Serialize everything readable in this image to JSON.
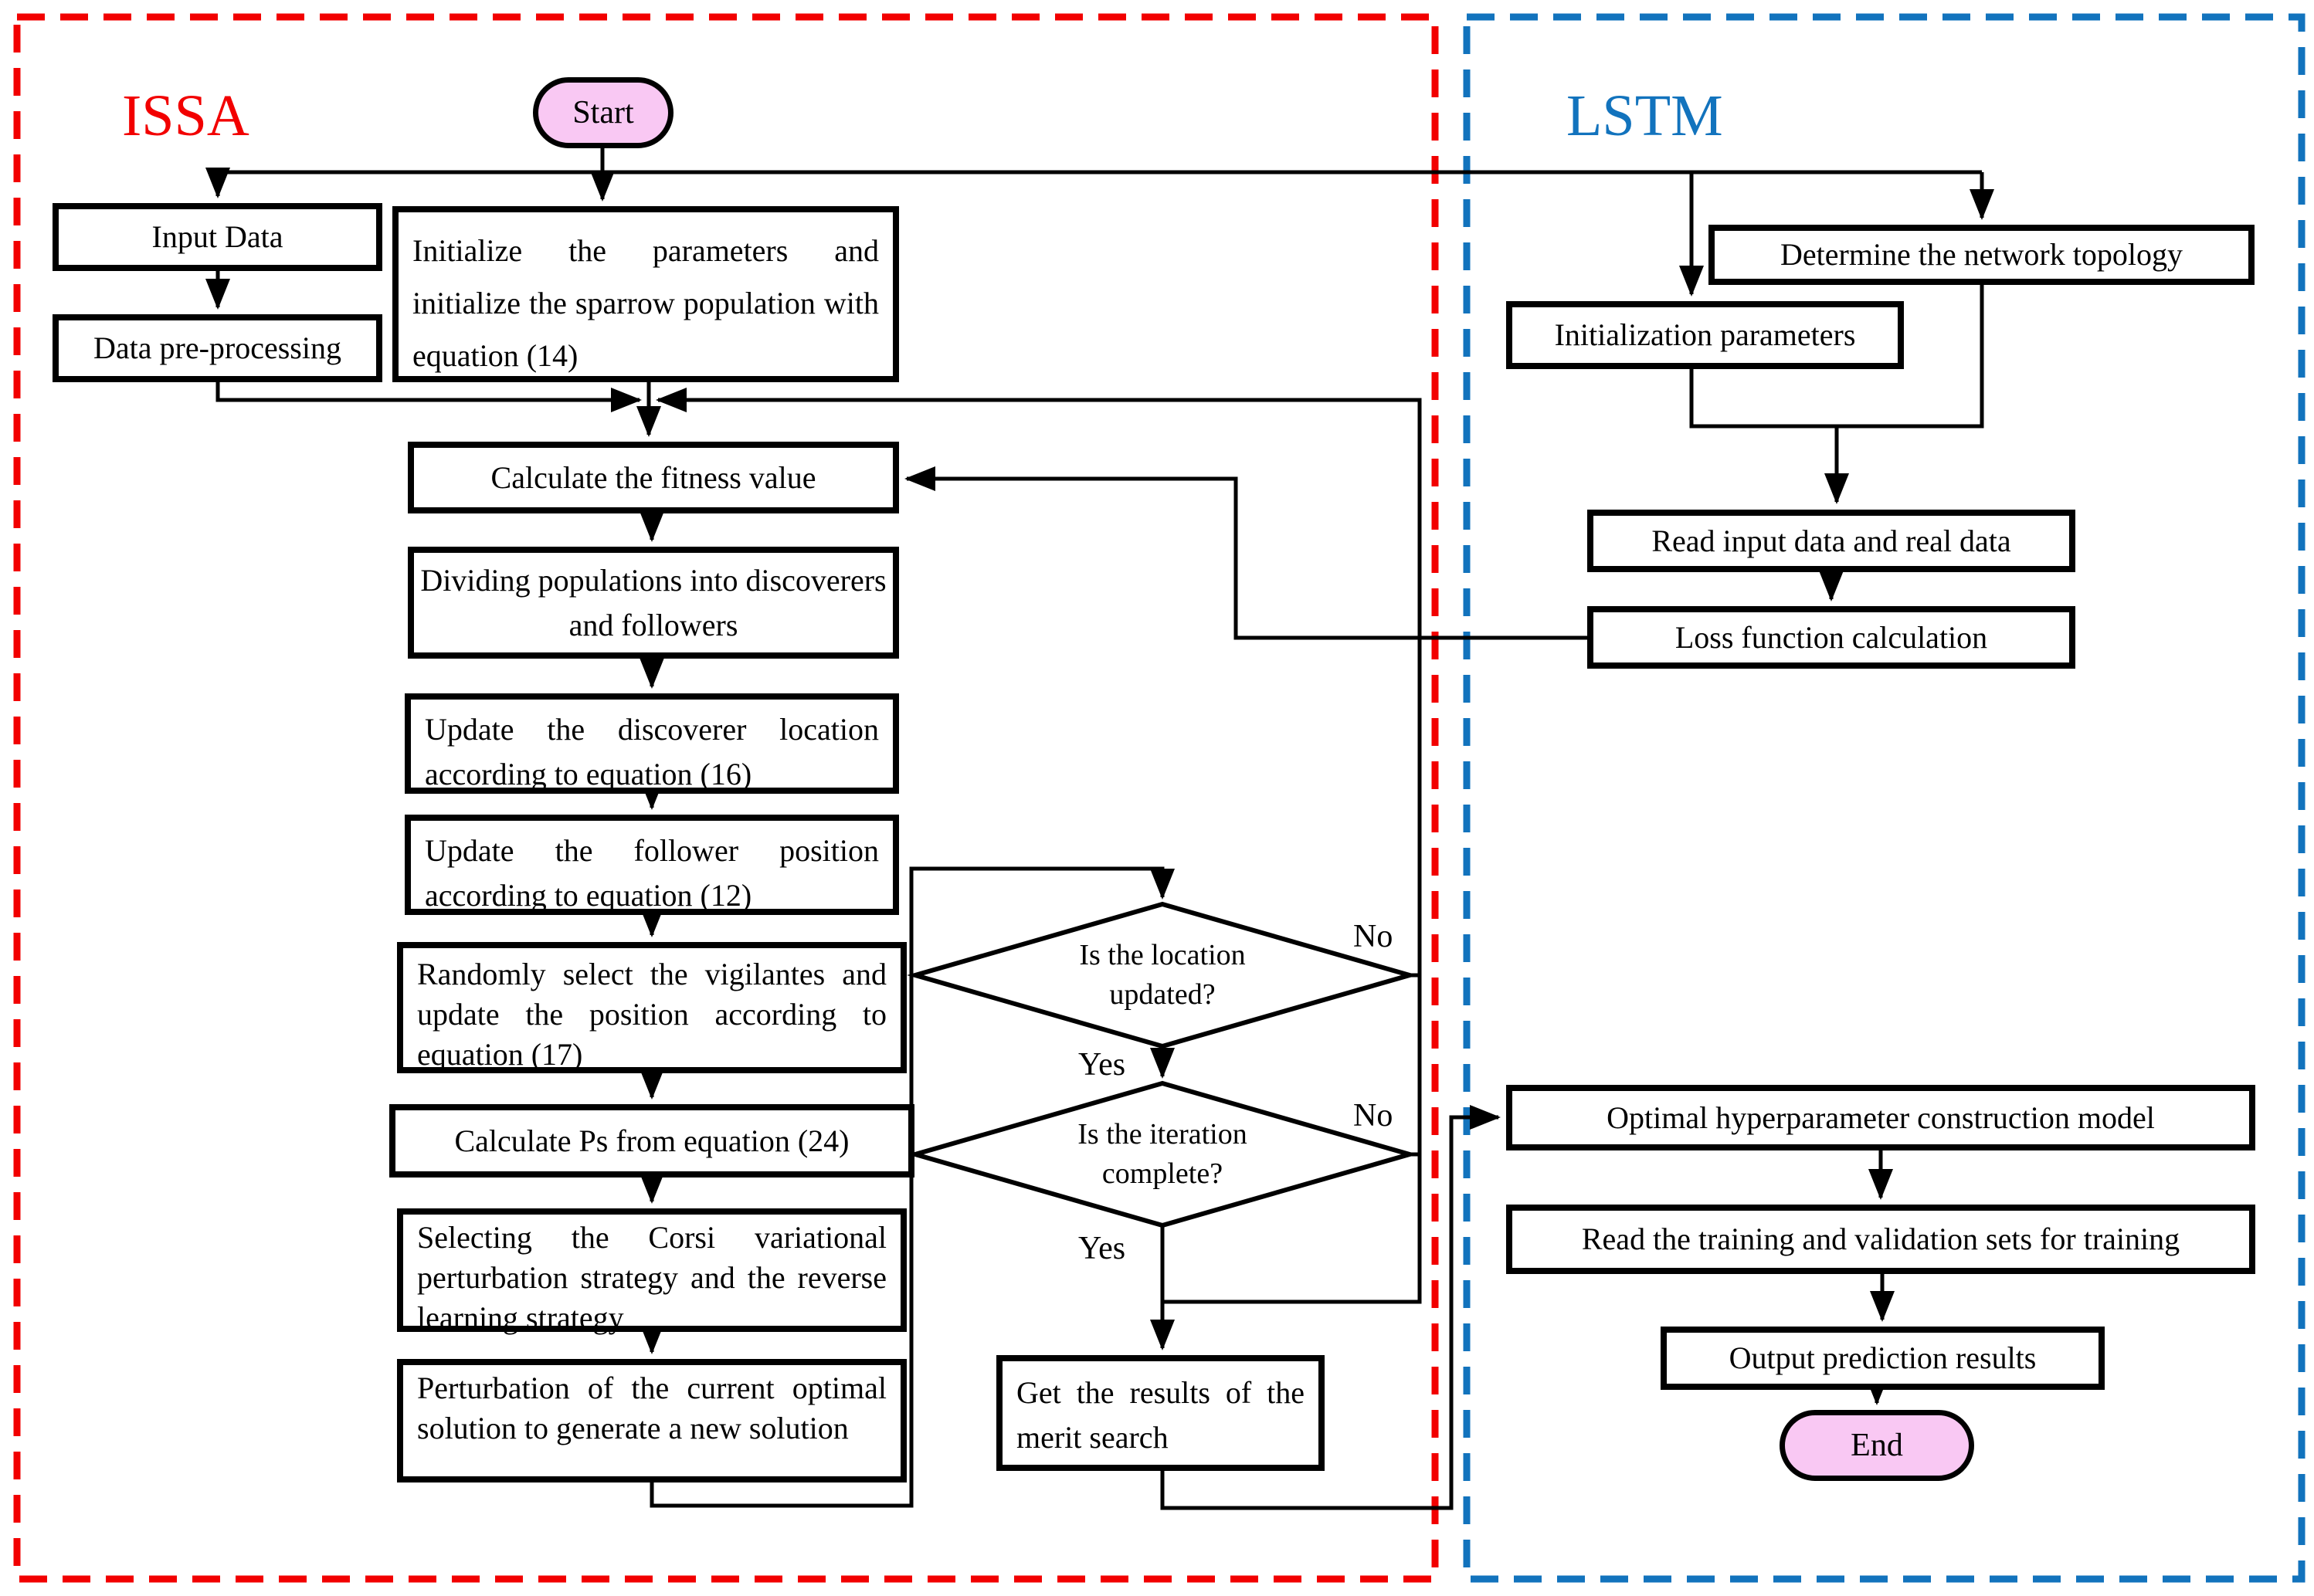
{
  "panels": {
    "issa": {
      "label": "ISSA",
      "border_color": "#f20000"
    },
    "lstm": {
      "label": "LSTM",
      "border_color": "#1273bd"
    }
  },
  "colors": {
    "line": "#000000",
    "terminal_fill": "#f9c8f3",
    "box_fill": "#ffffff"
  },
  "issa": {
    "nodes": {
      "start": "Start",
      "input_data": "Input Data",
      "data_preprocessing": "Data pre-processing",
      "initialize": "Initialize the parameters and initialize the sparrow population with equation (14)",
      "fitness": "Calculate the fitness value",
      "dividing": "Dividing populations into discoverers and followers",
      "update_discoverer": "Update the discoverer location according to equation (16)",
      "update_follower": "Update the follower position according to equation (12)",
      "randomly_select": "Randomly select the vigilantes and update the position according to equation (17)",
      "calculate_ps": "Calculate Ps from equation (24)",
      "selecting_corsi": "Selecting the Corsi variational perturbation strategy and the reverse learning strategy",
      "perturbation": "Perturbation of the current optimal solution to generate a new solution",
      "decision_location": "Is the location updated?",
      "decision_iteration": "Is the iteration complete?",
      "get_results": "Get the results of the merit search"
    },
    "decision_labels": {
      "location_yes": "Yes",
      "location_no": "No",
      "iteration_yes": "Yes",
      "iteration_no": "No"
    }
  },
  "lstm": {
    "nodes": {
      "determine_topology": "Determine the network topology",
      "init_parameters": "Initialization parameters",
      "read_input": "Read input data and real data",
      "loss_function": "Loss function calculation",
      "optimal_hyperparameter": "Optimal hyperparameter construction model",
      "read_training": "Read the training and validation sets for training",
      "output_results": "Output prediction results",
      "end": "End"
    }
  }
}
